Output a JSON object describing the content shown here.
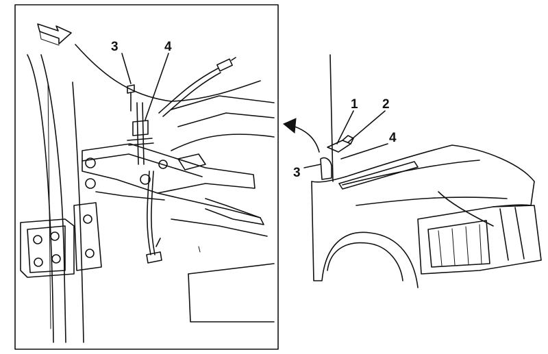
{
  "detail_view": {
    "callouts": [
      {
        "id": "detail-callout-3",
        "label": "3"
      },
      {
        "id": "detail-callout-4",
        "label": "4"
      }
    ]
  },
  "overview": {
    "callouts": [
      {
        "id": "overview-callout-1",
        "label": "1"
      },
      {
        "id": "overview-callout-2",
        "label": "2"
      },
      {
        "id": "overview-callout-3",
        "label": "3"
      },
      {
        "id": "overview-callout-4",
        "label": "4"
      }
    ]
  },
  "colors": {
    "ink": "#111111",
    "paper": "#ffffff"
  },
  "icons": {
    "front_direction": "arrow-icon",
    "detail_pointer": "curved-arrow-icon"
  }
}
